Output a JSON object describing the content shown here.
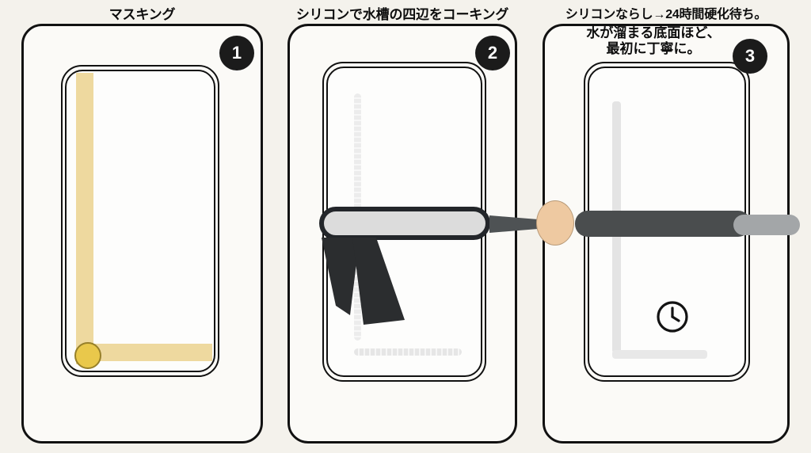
{
  "background_color": "#f4f2ec",
  "panels": [
    {
      "number": "1",
      "caption": "マスキング",
      "badge_label": "1",
      "elements": {
        "tape_color": "#eed99f",
        "tape_roll_color": "#e9c84b",
        "tape_roll_border": "#97802a"
      }
    },
    {
      "number": "2",
      "caption": "シリコンで水槽の四辺をコーキング",
      "badge_label": "2",
      "elements": {
        "bead_color": "#e4e4e4",
        "gun_barrel_color": "#dcdcdc",
        "gun_outline_color": "#23262a",
        "gun_nozzle_color": "#4e5254"
      }
    },
    {
      "number": "3",
      "caption": "シリコンならし→24時間硬化待ち。",
      "badge_label": "3",
      "inner_note_line1": "水が溜まる底面ほど、",
      "inner_note_line2": "最初に丁寧に。",
      "elements": {
        "tool_handle_color": "#4a4d4e",
        "tool_tip_color": "#a3a6a8",
        "clock_icon": "clock-icon",
        "bead_color": "#e8e8e8"
      }
    }
  ],
  "shared": {
    "hand_color": "#eec9a1",
    "panel_fill": "#fbfaf7",
    "stroke_color": "#111111",
    "badge_fill": "#1b1b1b",
    "badge_text_color": "#ffffff"
  }
}
